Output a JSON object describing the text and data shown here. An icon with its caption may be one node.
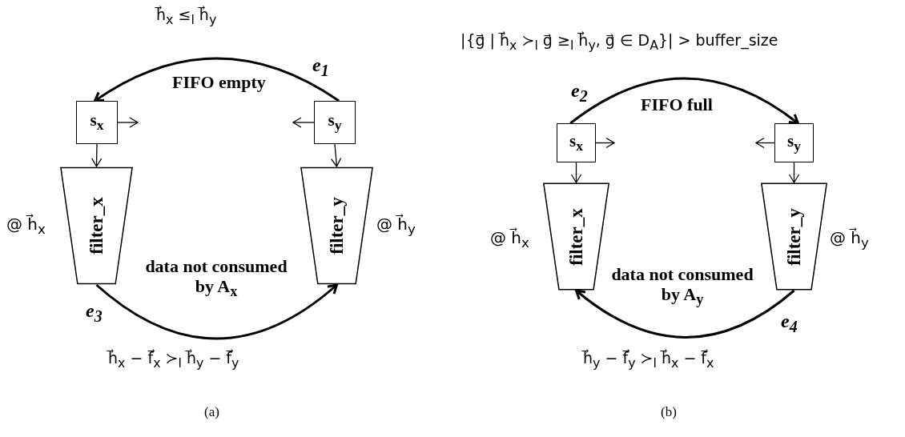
{
  "diagram": {
    "nodes": [
      {
        "text": [
          "s$_{x}$"
        ]
      },
      {
        "text": [
          "s$_{y}$"
        ]
      },
      {
        "text": [
          "filter_x"
        ],
        "beside": [
          "@ h⃗$_{x}$"
        ]
      },
      {
        "text": [
          "filter_y"
        ],
        "beside": [
          "@ h⃗$_{y}$"
        ]
      },
      {
        "text": [
          "s$_{x}$"
        ]
      },
      {
        "text": [
          "s$_{y}$"
        ]
      },
      {
        "text": [
          "filter_x"
        ],
        "beside": [
          "@ h⃗$_{x}$"
        ]
      },
      {
        "text": [
          "filter_y"
        ],
        "beside": [
          "@ h⃗$_{y}$"
        ]
      }
    ],
    "edges": [
      {
        "from": 1,
        "to": 0,
        "arrow": "to",
        "label": "FIFO empty",
        "style": "thick"
      },
      {
        "from": 0,
        "to": null,
        "arrow": "to"
      },
      {
        "from": 1,
        "to": null,
        "arrow": "to"
      },
      {
        "from": 0,
        "to": 2,
        "arrow": "to"
      },
      {
        "from": 1,
        "to": 3,
        "arrow": "to"
      },
      {
        "from": 2,
        "to": 3,
        "arrow": "to",
        "label": "data not consumed by A$_{x}$",
        "style": "thick"
      },
      {
        "from": 4,
        "to": 5,
        "arrow": "to",
        "label": "FIFO full",
        "style": "thick"
      },
      {
        "from": 4,
        "to": null,
        "arrow": "to"
      },
      {
        "from": 5,
        "to": null,
        "arrow": "to"
      },
      {
        "from": 4,
        "to": 6,
        "arrow": "to"
      },
      {
        "from": 5,
        "to": 7,
        "arrow": "to"
      },
      {
        "from": 7,
        "to": 6,
        "arrow": "to",
        "label": "data not consumed by A$_{y}$",
        "style": "thick"
      }
    ],
    "labels": [
      "h⃗$_{x}$ ≤$_{l}$ h⃗$_{y}$",
      "e$_{1}$",
      "e$_{3}$",
      "h⃗$_{x}$ − f⃗$_{x}$ ≻$_{l}$ h⃗$_{y}$ − f⃗$_{y}$",
      "(a)",
      "|{g⃗ | h⃗$_{x}$ ≻$_{l}$ g⃗ ≥$_{l}$ h⃗$_{y}$, g⃗ ∈ D$_{A}$}| > buffer_size",
      "e$_{2}$",
      "e$_{4}$",
      "h⃗$_{y}$ − f⃗$_{y}$ ≻$_{l}$ h⃗$_{x}$ − f⃗$_{x}$",
      "(b)"
    ]
  }
}
